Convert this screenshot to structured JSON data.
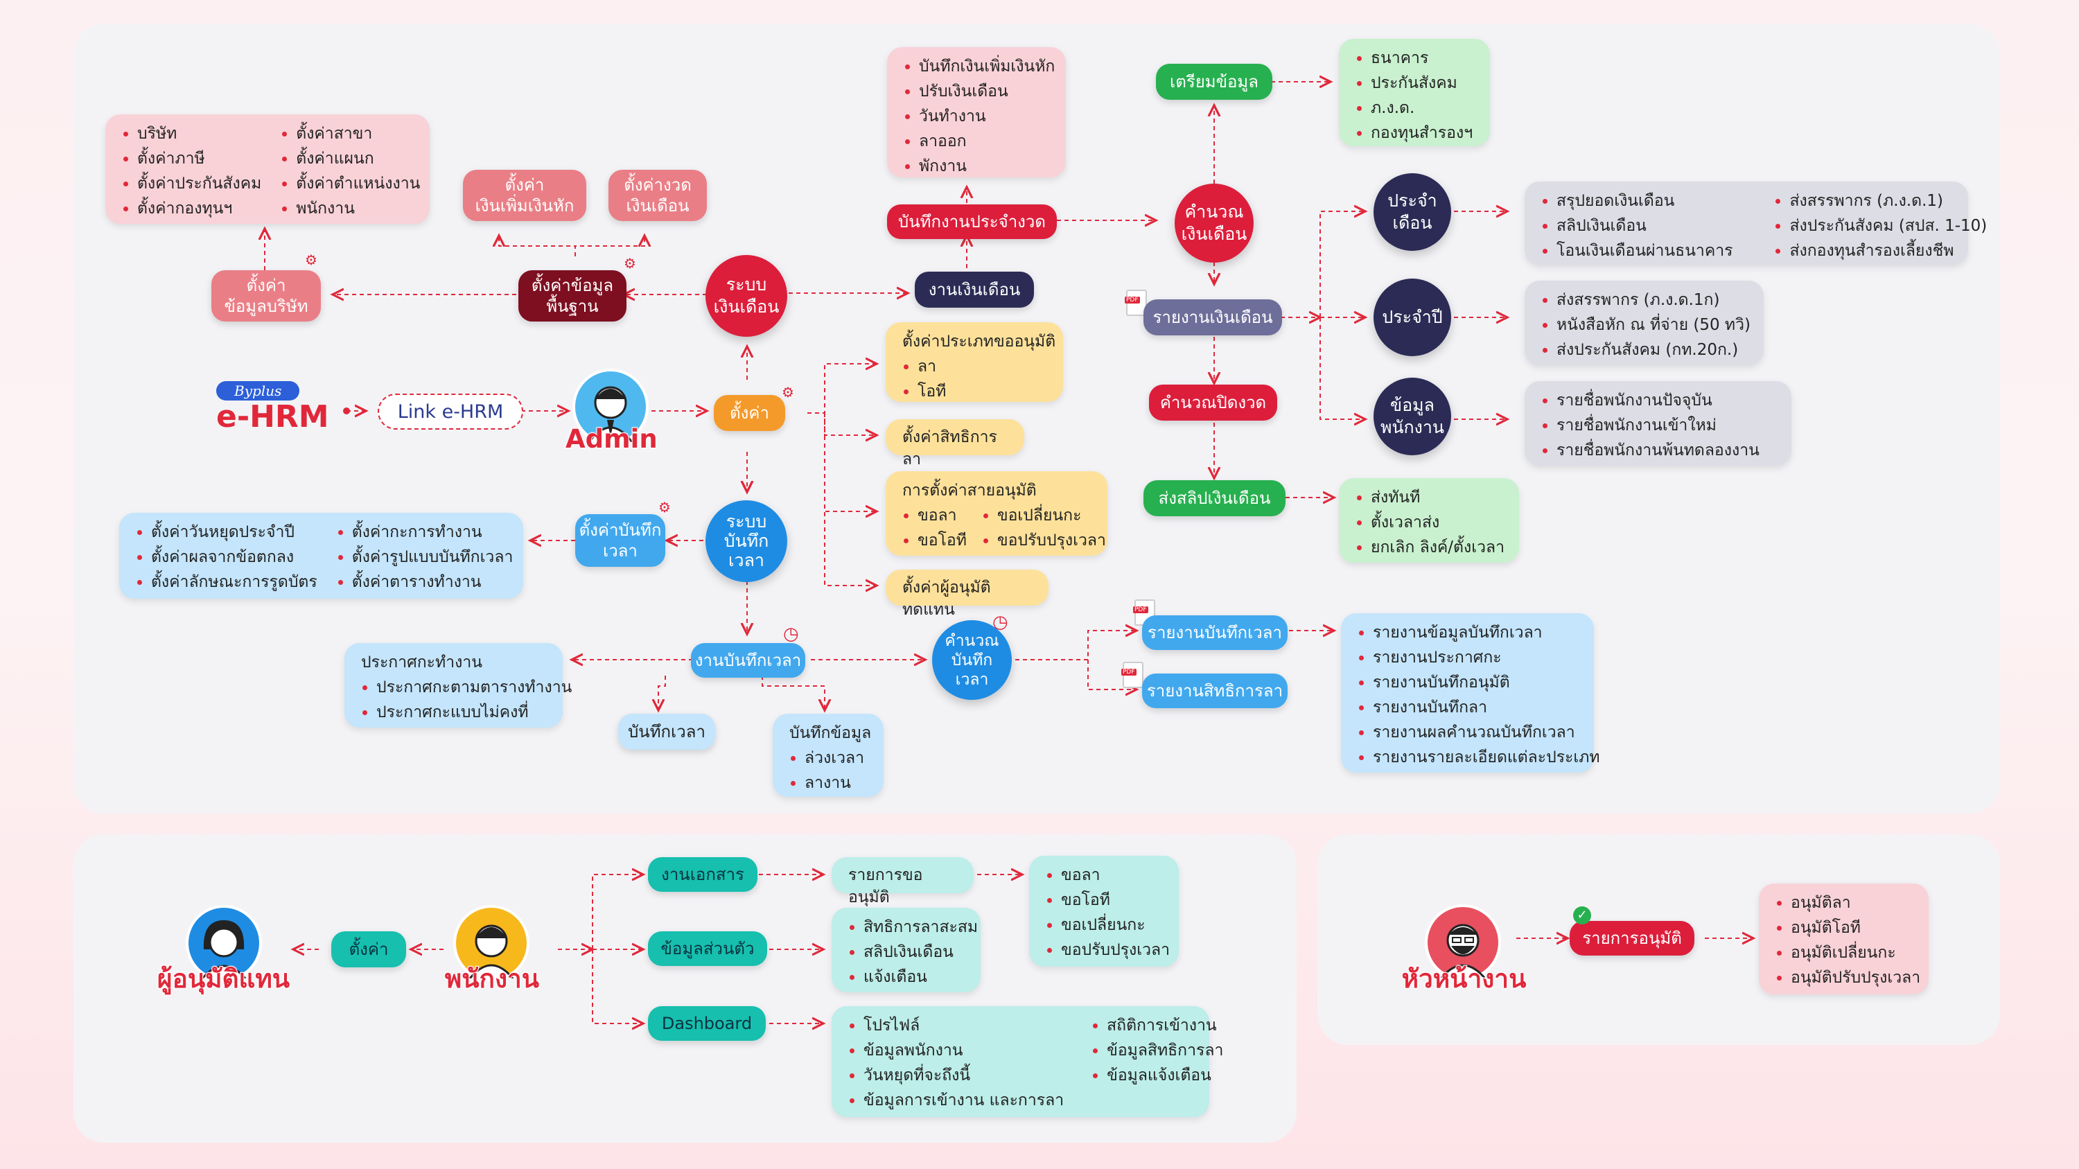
{
  "logo": {
    "badge": "Byplus",
    "title": "e-HRM"
  },
  "link": "Link e-HRM",
  "roles": {
    "admin": "Admin",
    "employee": "พนักงาน",
    "approver_sub": "ผู้อนุมัติแทน",
    "supervisor": "หัวหน้างาน"
  },
  "company_items": {
    "col1": [
      "บริษัท",
      "ตั้งค่าภาษี",
      "ตั้งค่าประกันสังคม",
      "ตั้งค่ากองทุนฯ"
    ],
    "col2": [
      "ตั้งค่าสาขา",
      "ตั้งค่าแผนก",
      "ตั้งค่าตำแหน่งงาน",
      "พนักงาน"
    ]
  },
  "nodes": {
    "company_settings": "ตั้งค่า\nข้อมูลบริษัท",
    "set_add_deduct": "ตั้งค่า\nเงินเพิ่มเงินหัก",
    "set_period": "ตั้งค่างวด\nเงินเดือน",
    "base_settings": "ตั้งค่าข้อมูล\nพื้นฐาน",
    "payroll_system": "ระบบ\nเงินเดือน",
    "payroll_work": "งานเงินเดือน",
    "period_record": "บันทึกงานประจำงวด",
    "calc_salary": "คำนวณ\nเงินเดือน",
    "prepare_data": "เตรียมข้อมูล",
    "salary_report": "รายงานเงินเดือน",
    "close_period": "คำนวณปิดงวด",
    "send_slip": "ส่งสลิปเงินเดือน",
    "monthly": "ประจำ\nเดือน",
    "yearly": "ประจำปี",
    "employee_data": "ข้อมูล\nพนักงาน",
    "settings": "ตั้งค่า",
    "leave_rights": "ตั้งค่าสิทธิการลา",
    "sub_approver": "ตั้งค่าผู้อนุมัติทดแทน",
    "time_system": "ระบบ\nบันทึก\nเวลา",
    "time_settings": "ตั้งค่าบันทึก\nเวลา",
    "time_work": "งานบันทึกเวลา",
    "calc_time": "คำนวณ\nบันทึก\nเวลา",
    "time_report": "รายงานบันทึกเวลา",
    "leave_report": "รายงานสิทธิการลา",
    "record_time": "บันทึกเวลา",
    "doc_work": "งานเอกสาร",
    "personal_info": "ข้อมูลส่วนตัว",
    "dashboard": "Dashboard",
    "emp_settings": "ตั้งค่า",
    "approve_list": "รายการอนุมัติ"
  },
  "period_items": [
    "บันทึกเงินเพิ่มเงินหัก",
    "ปรับเงินเดือน",
    "วันทำงาน",
    "ลาออก",
    "พักงาน"
  ],
  "prepare_items": [
    "ธนาคาร",
    "ประกันสังคม",
    "ภ.ง.ด.",
    "กองทุนสำรองฯ"
  ],
  "monthly_items": {
    "col1": [
      "สรุปยอดเงินเดือน",
      "สลิปเงินเดือน",
      "โอนเงินเดือนผ่านธนาคาร"
    ],
    "col2": [
      "ส่งสรรพากร (ภ.ง.ด.1)",
      "ส่งประกันสังคม (สปส. 1-10)",
      "ส่งกองทุนสำรองเลี้ยงชีพ"
    ]
  },
  "yearly_items": [
    "ส่งสรรพากร (ภ.ง.ด.1ก)",
    "หนังสือหัก ณ ที่จ่าย (50 ทวิ)",
    "ส่งประกันสังคม (กท.20ก.)"
  ],
  "employee_items": [
    "รายชื่อพนักงานปัจจุบัน",
    "รายชื่อพนักงานเข้าใหม่",
    "รายชื่อพนักงานพ้นทดลองงาน"
  ],
  "slip_items": [
    "ส่งทันที",
    "ตั้งเวลาส่ง",
    "ยกเลิก ลิงค์/ตั้งเวลา"
  ],
  "request_type": {
    "title": "ตั้งค่าประเภทขออนุมัติ",
    "items": [
      "ลา",
      "โอที"
    ]
  },
  "approval_line": {
    "title": "การตั้งค่าสายอนุมัติ",
    "col1": [
      "ขอลา",
      "ขอโอที"
    ],
    "col2": [
      "ขอเปลี่ยนกะ",
      "ขอปรับปรุงเวลา"
    ]
  },
  "time_setting_items": {
    "col1": [
      "ตั้งค่าวันหยุดประจำปี",
      "ตั้งค่าผลจากข้อตกลง",
      "ตั้งค่าลักษณะการรูดบัตร"
    ],
    "col2": [
      "ตั้งค่ากะการทำงาน",
      "ตั้งค่ารูปแบบบันทึกเวลา",
      "ตั้งค่าตารางทำงาน"
    ]
  },
  "shift_announce": {
    "title": "ประกาศกะทำงาน",
    "items": [
      "ประกาศกะตามตารางทำงาน",
      "ประกาศกะแบบไม่คงที่"
    ]
  },
  "record_data": {
    "title": "บันทึกข้อมูล",
    "items": [
      "ล่วงเวลา",
      "ลางาน"
    ]
  },
  "time_report_items": [
    "รายงานข้อมูลบันทึกเวลา",
    "รายงานประกาศกะ",
    "รายงานบันทึกอนุมัติ",
    "รายงานบันทึกลา",
    "รายงานผลคำนวณบันทึกเวลา",
    "รายงานรายละเอียดแต่ละประเภท"
  ],
  "request_list": {
    "title": "รายการขออนุมัติ",
    "items": [
      "ขอลา",
      "ขอโอที",
      "ขอเปลี่ยนกะ",
      "ขอปรับปรุงเวลา"
    ]
  },
  "personal_items": [
    "สิทธิการลาสะสม",
    "สลิปเงินเดือน",
    "แจ้งเตือน"
  ],
  "dashboard_items": {
    "col1": [
      "โปรไฟล์",
      "ข้อมูลพนักงาน",
      "วันหยุดที่จะถึงนี้",
      "ข้อมูลการเข้างาน และการลา"
    ],
    "col2": [
      "สถิติการเข้างาน",
      "ข้อมูลสิทธิการลา",
      "ข้อมูลแจ้งเตือน"
    ]
  },
  "approve_items": [
    "อนุมัติลา",
    "อนุมัติโอที",
    "อนุมัติเปลี่ยนกะ",
    "อนุมัติปรับปรุงเวลา"
  ],
  "colors": {
    "accent_red": "#e0283a",
    "arrow": "#e0283a"
  }
}
